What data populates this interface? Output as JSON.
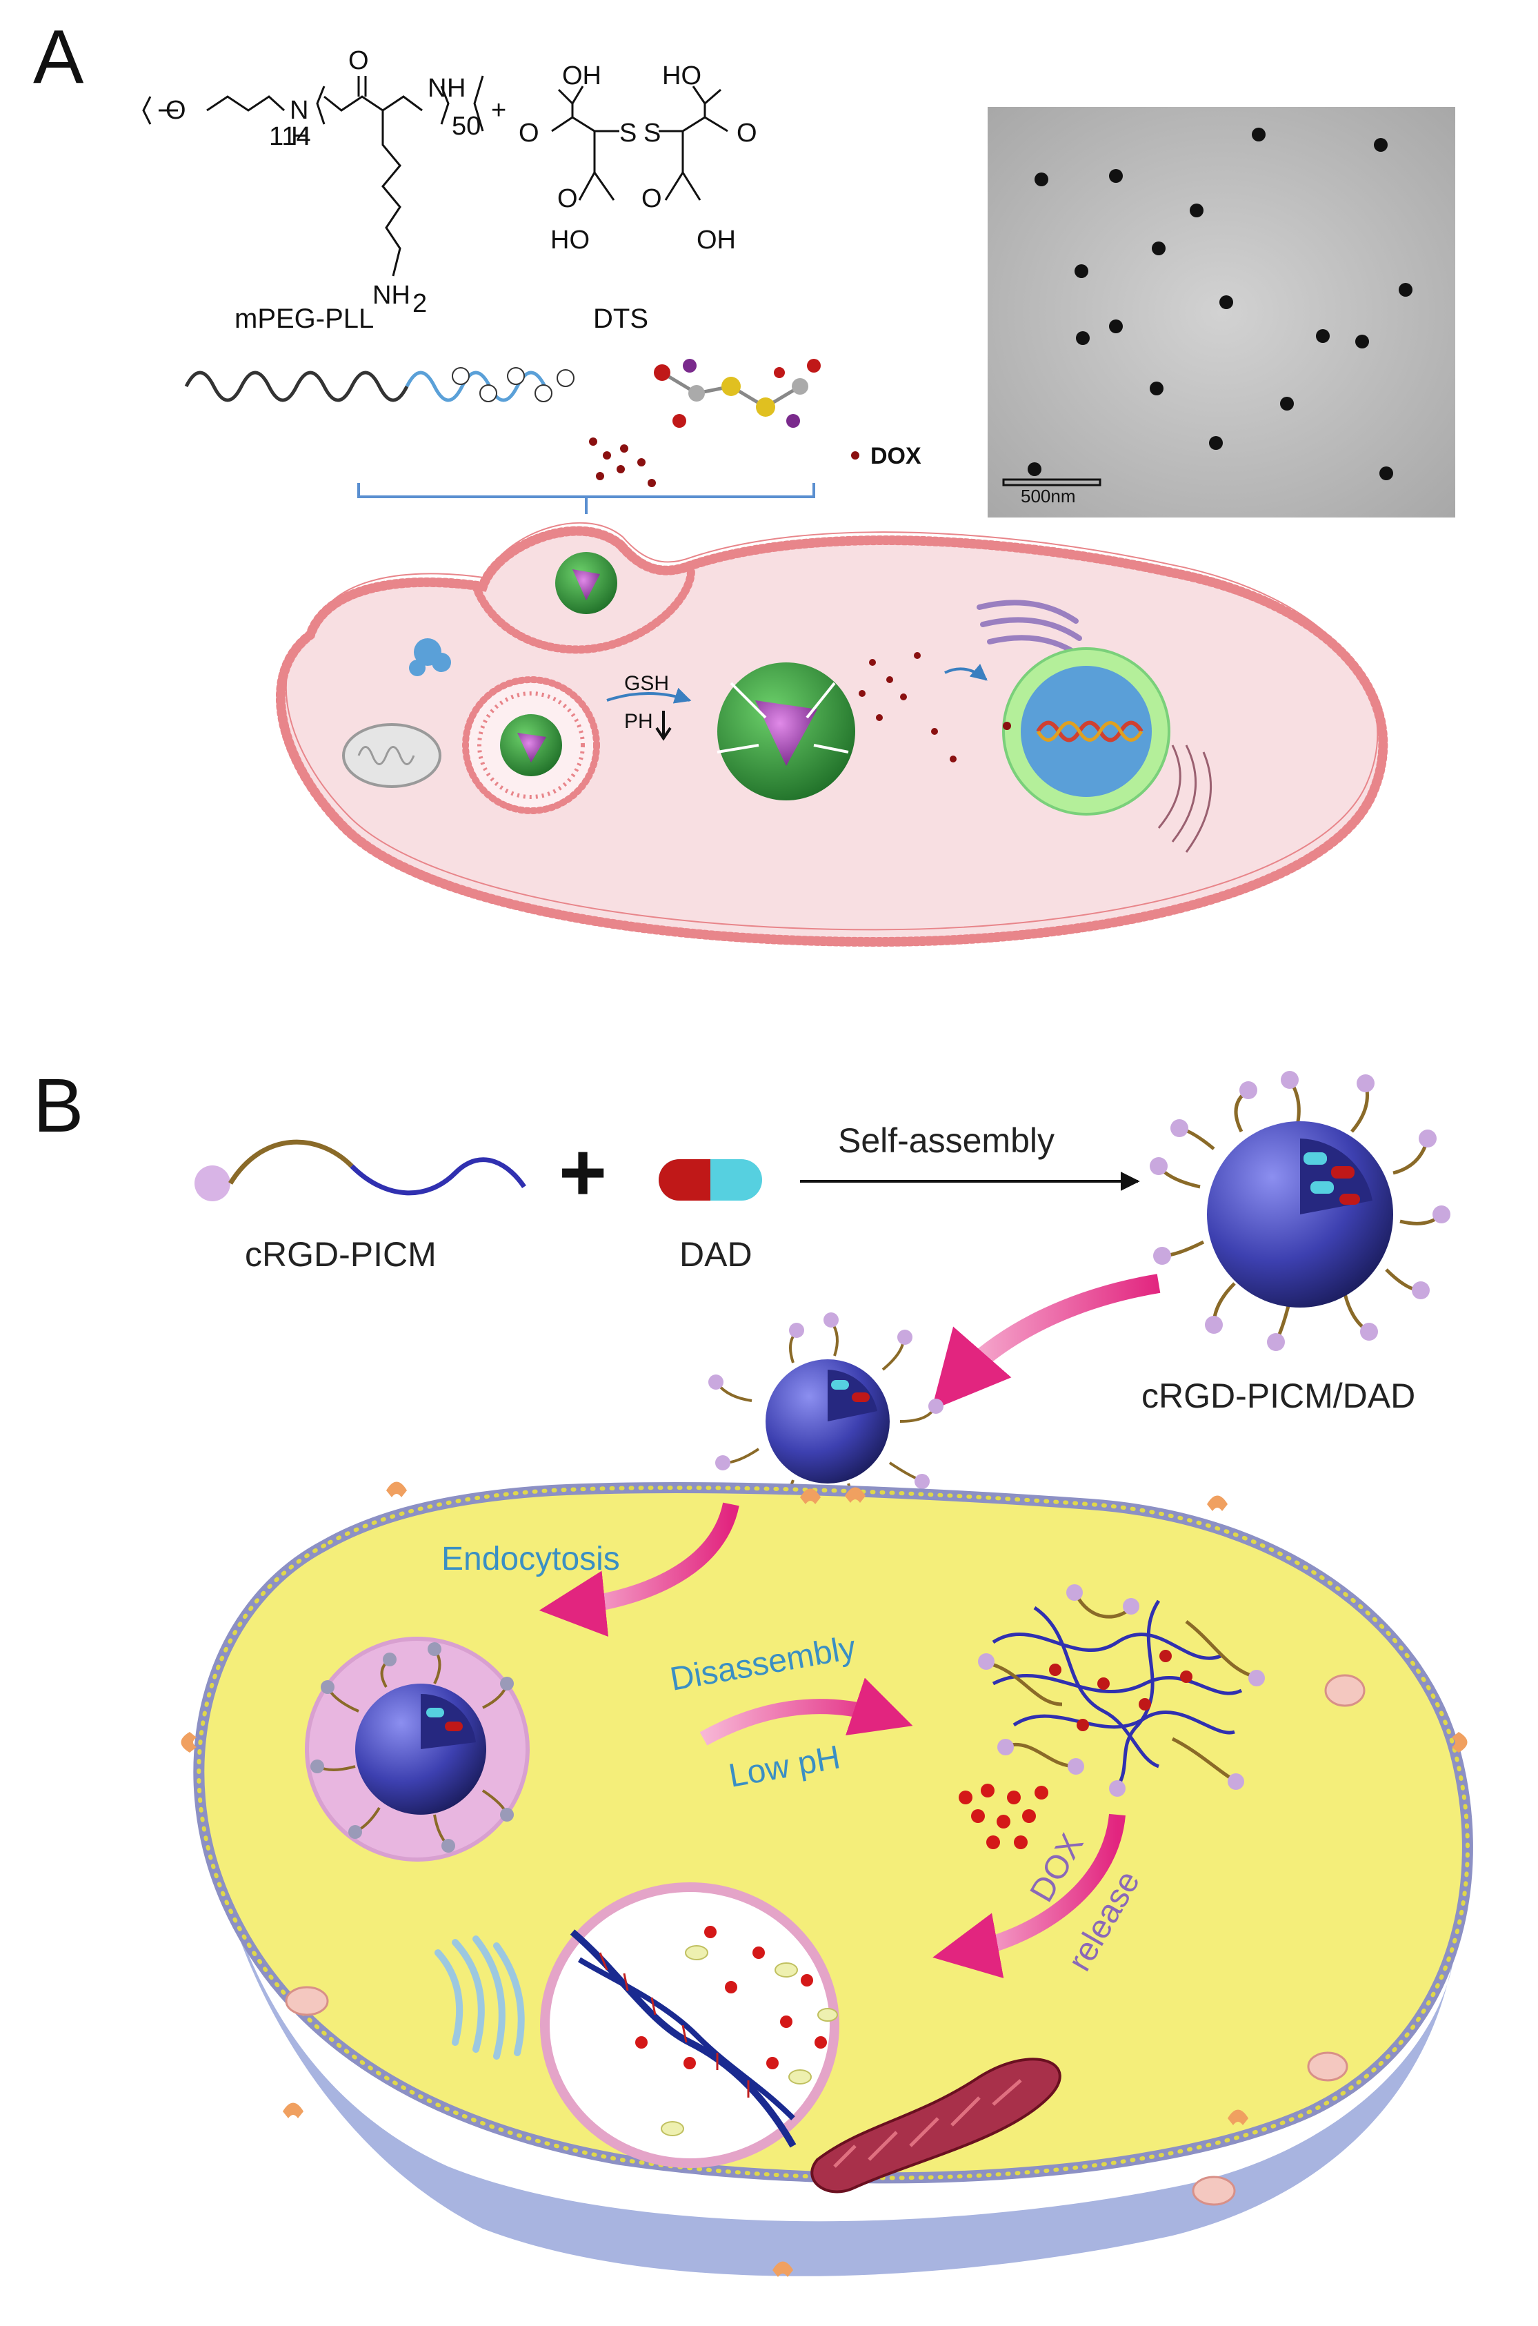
{
  "panelA": {
    "letter": "A",
    "chem": {
      "polymer_label": "mPEG-PLL",
      "crosslinker_label": "DTS",
      "plus": "+",
      "O": "O",
      "N": "N",
      "H": "H",
      "NH2": "NH",
      "NH2_sub": "2",
      "sub114": "114",
      "sub50": "50",
      "OH": "OH",
      "HO": "HO",
      "S": "S"
    },
    "dox_label": "DOX",
    "tem_scale": "500nm",
    "cell": {
      "gsh": "GSH",
      "ph": "PH"
    }
  },
  "panelB": {
    "letter": "B",
    "cRGD_PICM": "cRGD-PICM",
    "plus": "+",
    "DAD": "DAD",
    "self_assembly": "Self-assembly",
    "product": "cRGD-PICM/DAD",
    "endocytosis": "Endocytosis",
    "disassembly": "Disassembly",
    "low_ph": "Low pH",
    "dox_release_1": "DOX",
    "dox_release_2": "release"
  },
  "colors": {
    "micelle_green": "#2f9a3a",
    "micelle_core": "#a548b8",
    "cell_a_fill": "#f8dfe2",
    "cell_a_membrane": "#e8858a",
    "cell_b_fill": "#f4ee7a",
    "cell_b_membrane": "#8c90c4",
    "micelle_blue": "#3b3ea6",
    "arrow_pink": "#e6338a",
    "label_blue": "#3a8fc4",
    "label_purple": "#8a68b8",
    "dox_red": "#c01818"
  }
}
